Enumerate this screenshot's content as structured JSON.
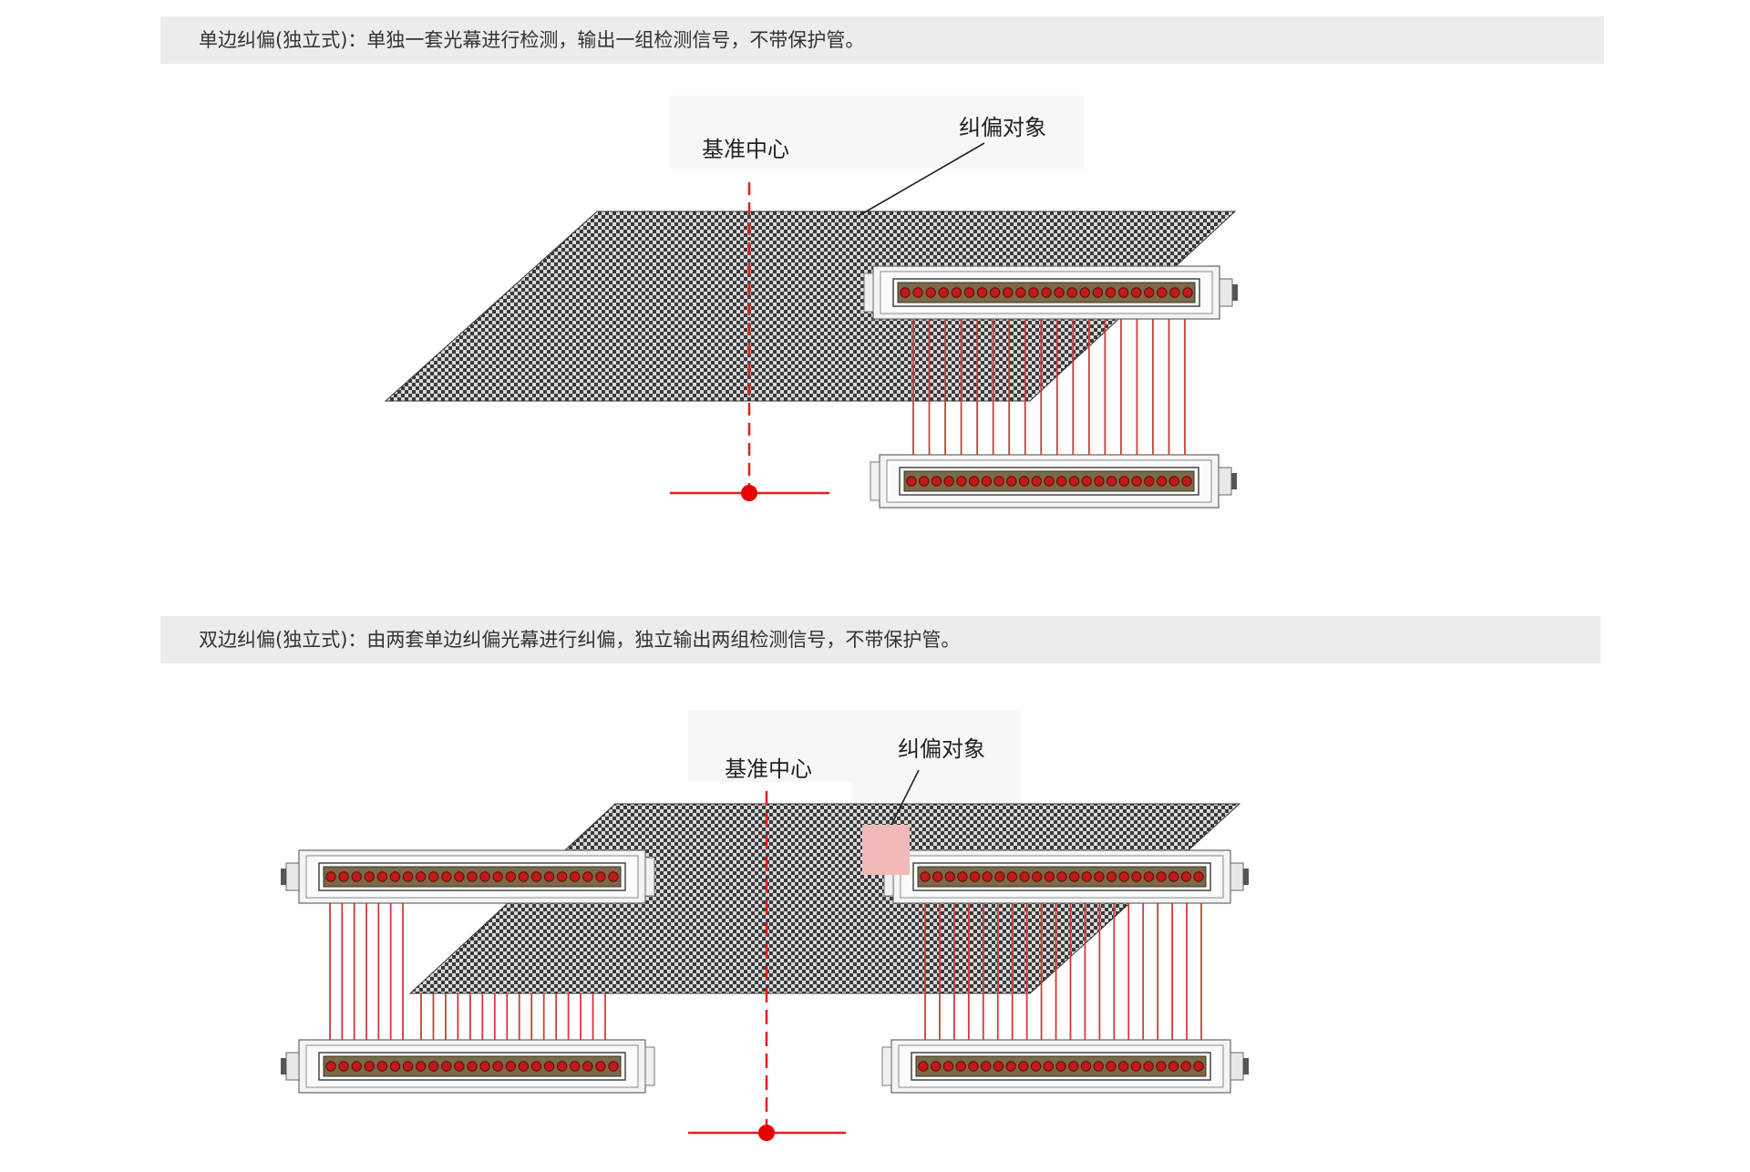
{
  "sections": [
    {
      "description": "单边纠偏(独立式)：单独一套光幕进行检测，输出一组检测信号，不带保护管。",
      "center_label": "基准中心",
      "object_label": "纠偏对象"
    },
    {
      "description": "双边纠偏(独立式)：由两套单边纠偏光幕进行纠偏，独立输出两组检测信号，不带保护管。",
      "center_label": "基准中心",
      "object_label": "纠偏对象"
    }
  ],
  "colors": {
    "band_background": "#ececec",
    "sheet_dark": "#3a3a3a",
    "sheet_light": "#d9d9d9",
    "led": "#c21a1a",
    "beam": "#d33a3a",
    "sensor_window": "#7a6a4a",
    "reference_line": "#e02020",
    "marker": "#f2b8ba"
  },
  "icons": {
    "sheet": "checkered-sheet-icon",
    "sensor": "light-curtain-sensor-icon",
    "reference": "reference-center-line-icon"
  }
}
